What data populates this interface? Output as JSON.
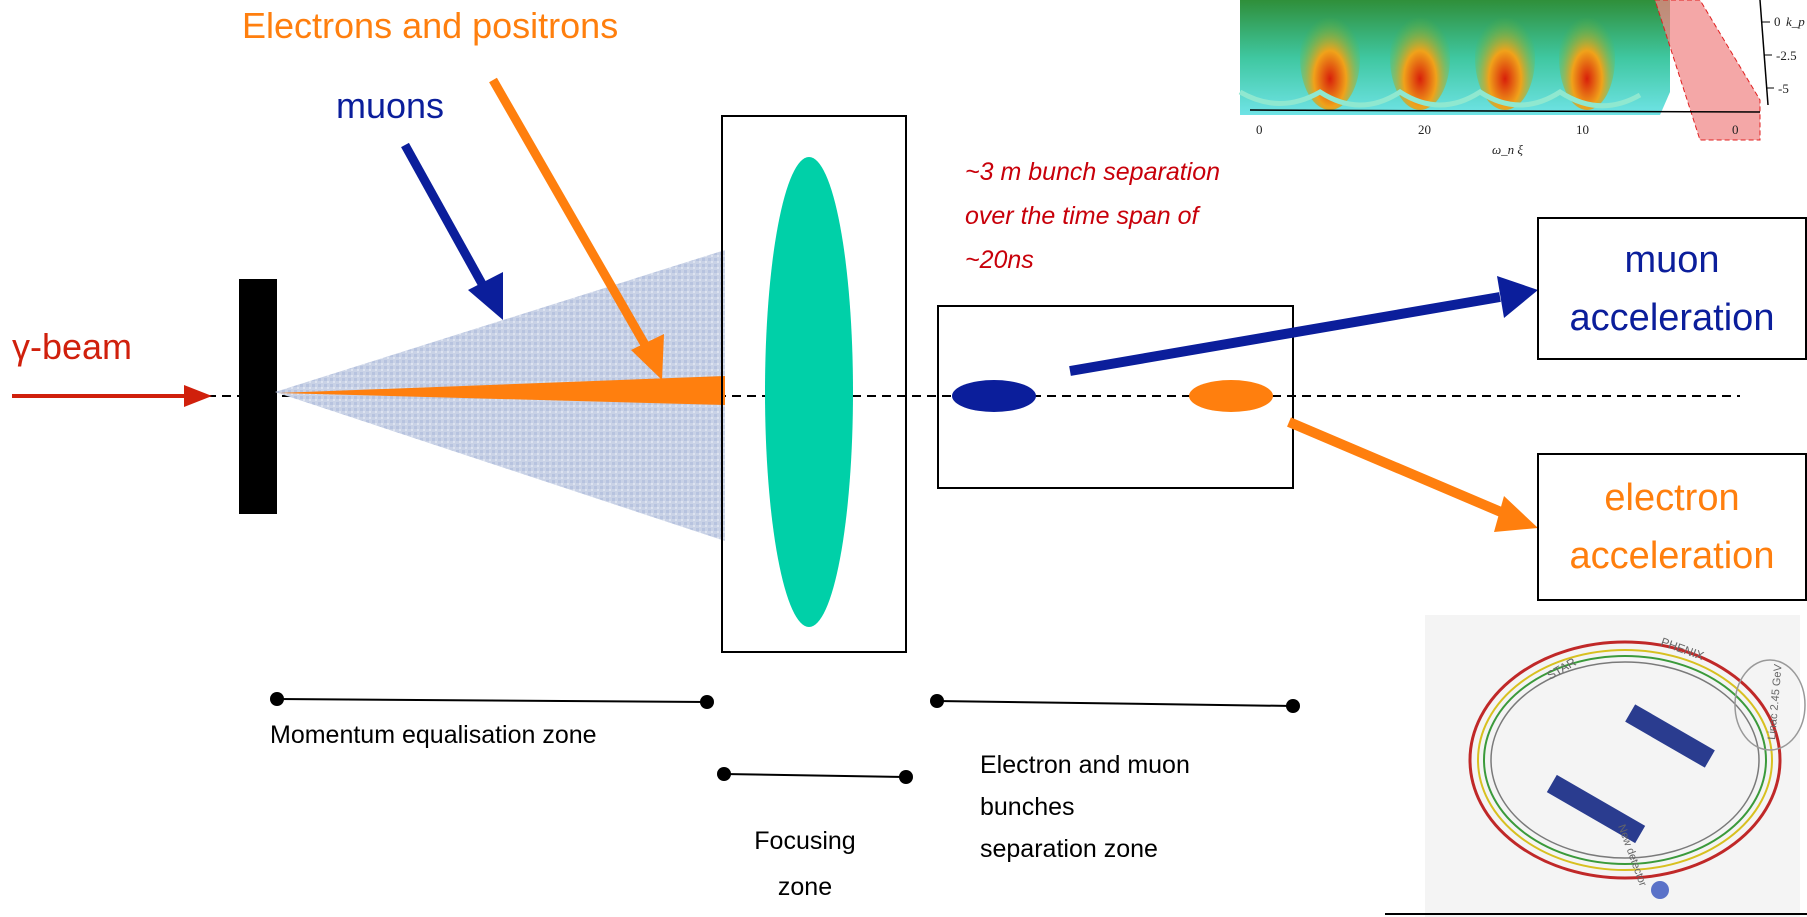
{
  "labels": {
    "electrons_positrons": "Electrons and positrons",
    "muons": "muons",
    "gamma_beam": "γ-beam",
    "bunch_note": [
      "~3 m bunch separation",
      "over the time span of",
      "~20ns"
    ],
    "muon_box": [
      "muon",
      "acceleration"
    ],
    "electron_box": [
      "electron",
      "acceleration"
    ],
    "zone_momentum": "Momentum equalisation zone",
    "zone_focusing": [
      "Focusing",
      "zone"
    ],
    "zone_separation": [
      "Electron and muon",
      "bunches",
      "separation zone"
    ]
  },
  "inset_plot": {
    "x_ticks": [
      "0",
      "20",
      "10",
      "0"
    ],
    "x_label": "ω_n ξ",
    "y_ticks": [
      "0",
      "-2.5",
      "-5"
    ],
    "y_label": "k_p x"
  },
  "ring_labels": [
    "STAR",
    "PHENIX",
    "Linac 2.45 GeV",
    "New detector"
  ],
  "colors": {
    "orange": "#ff7f0e",
    "navy": "#0b1e9b",
    "red": "#d0200c",
    "teal": "#00d0a8",
    "note_red": "#c8000a"
  }
}
